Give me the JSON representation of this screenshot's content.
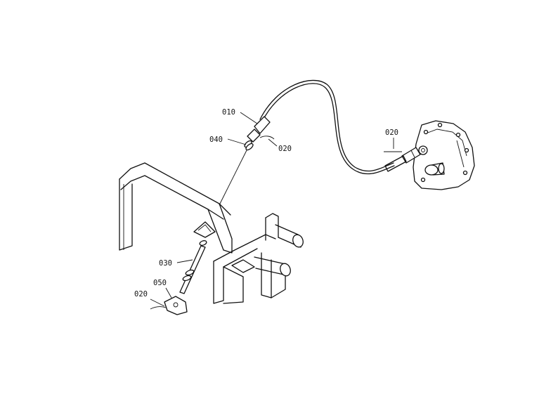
{
  "callouts": {
    "c010": "010",
    "c040": "040",
    "c020_top": "020",
    "c020_right": "020",
    "c030": "030",
    "c050": "050",
    "c020_bottom": "020"
  },
  "colors": {
    "line": "#111111",
    "background": "#ffffff"
  }
}
